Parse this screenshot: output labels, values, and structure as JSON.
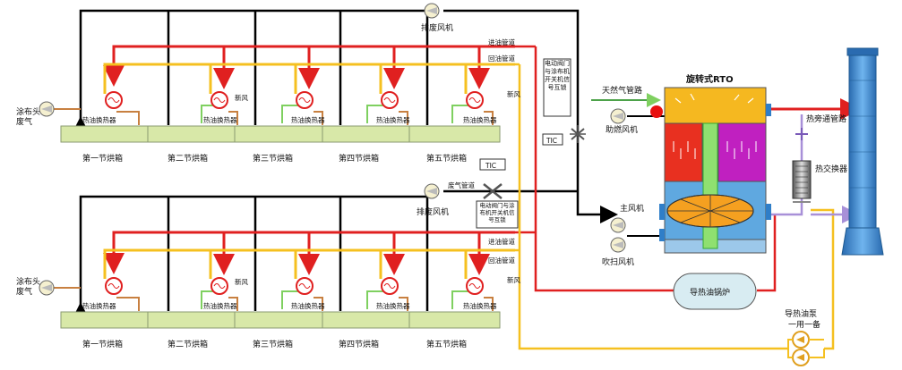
{
  "labels": {
    "coating_exhaust": "涂布头\n废气",
    "exhaust_fan": "排废风机",
    "heat_oil_exchanger": "热油换热器",
    "fresh_air": "新风",
    "oil_inlet": "进油管道",
    "oil_return": "回油管道",
    "ovens": [
      "第一节烘箱",
      "第二节烘箱",
      "第三节烘箱",
      "第四节烘箱",
      "第五节烘箱"
    ],
    "valve_note_top": "电动阀门与涂布机开关机信号互锁",
    "valve_note_bottom": "电动阀门与涂布机开关机信号互锁",
    "tic": "TIC",
    "waste_gas_pipe": "废气管道",
    "natural_gas": "天然气管路",
    "combustion_fan": "助燃风机",
    "rto": "旋转式RTO",
    "hot_bypass": "热旁通管路",
    "heat_exchanger": "热交换器",
    "main_fan": "主风机",
    "purge_fan": "吹扫风机",
    "boiler": "导热油锅炉",
    "oil_pump": "导热油泵",
    "pump_note": "一用一备"
  },
  "colors": {
    "oil_supply": "#e02020",
    "oil_return": "#f5c020",
    "fresh": "#7fd060",
    "exhaust": "#000000",
    "oven_fill": "#d8e8a8",
    "rto_top": "#f5b820",
    "rto_red": "#e83020",
    "rto_magenta": "#c020c0",
    "rto_blue": "#5fa8e0",
    "stack": "#2f7ec8"
  }
}
